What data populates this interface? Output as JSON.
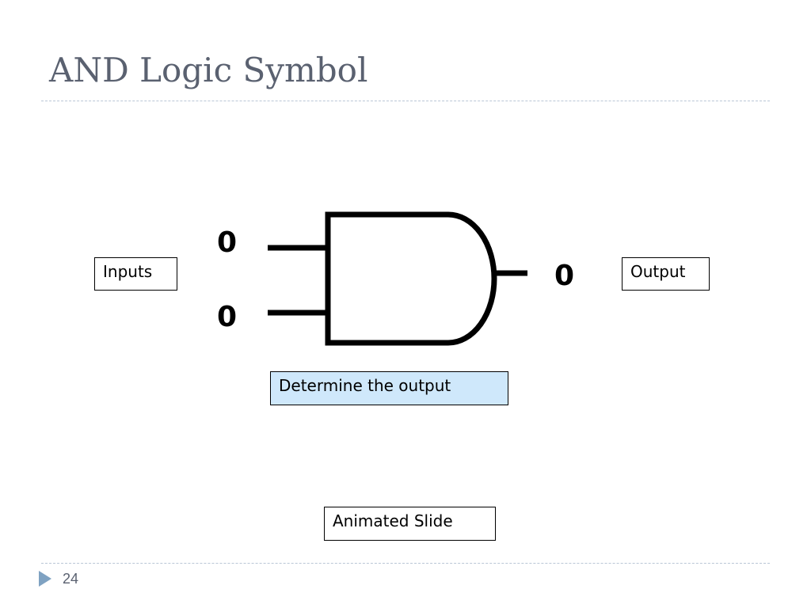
{
  "slide": {
    "title": "AND Logic Symbol",
    "page_number": "24"
  },
  "diagram": {
    "inputs_label": "Inputs",
    "output_label": "Output",
    "input_a_value": "0",
    "input_b_value": "0",
    "output_value": "0",
    "prompt": "Determine the output",
    "note": "Animated Slide"
  },
  "colors": {
    "title": "#5a6170",
    "rule": "#b9c6d6",
    "highlight_box": "#cfe8fb",
    "bullet": "#7fa2c2"
  },
  "icons": {
    "gate": "and-gate-icon",
    "bullet": "triangle-bullet-icon"
  }
}
